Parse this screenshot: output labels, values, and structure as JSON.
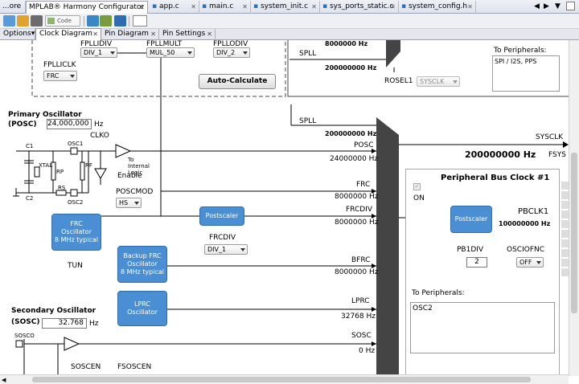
{
  "top_tabs": [
    {
      "label": "...ore"
    },
    {
      "label": "MPLAB® Harmony Configurator",
      "active": true
    },
    {
      "label": "app.c"
    },
    {
      "label": "main.c"
    },
    {
      "label": "system_init.c"
    },
    {
      "label": "sys_ports_static.c"
    },
    {
      "label": "system_config.h"
    }
  ],
  "toolbar": {
    "code_label": "Code"
  },
  "sub_tabs": [
    {
      "label": "Options"
    },
    {
      "label": "Clock Diagram",
      "active": true
    },
    {
      "label": "Pin Diagram"
    },
    {
      "label": "Pin Settings"
    }
  ],
  "diagram": {
    "fpllidiv": {
      "label": "FPLLIDIV",
      "value": "DIV_1"
    },
    "fpllmult": {
      "label": "FPLLMULT",
      "value": "MUL_50"
    },
    "fpllodiv": {
      "label": "FPLLODIV",
      "value": "DIV_2"
    },
    "fpllclk": {
      "label": "FPLLICLK",
      "value": "FRC"
    },
    "auto_calculate": "Auto-Calculate",
    "spll_top": {
      "label": "SPLL",
      "freq_upper": "8000000 Hz",
      "freq_lower": "200000000 Hz"
    },
    "rosel": {
      "label": "ROSEL1",
      "value": "SYSCLK"
    },
    "to_peripherals_top": {
      "label": "To Peripherals:",
      "value": "SPI / I2S, PPS"
    },
    "primary_osc": {
      "title": "Primary Oscillator",
      "abbr": "(POSC)",
      "value": "24,000,000",
      "unit": "Hz"
    },
    "clko": "CLKO",
    "to_internal_logic": "To Internal Logic",
    "enable": "Enable",
    "circuit": {
      "c1": "C1",
      "c2": "C2",
      "osc1": "OSC1",
      "osc2": "OSC2",
      "xtal": "XTAL",
      "rp": "RP",
      "rf": "RF",
      "rs": "RS"
    },
    "poscmod": {
      "label": "POSCMOD",
      "value": "HS"
    },
    "spll_mid": {
      "label": "SPLL",
      "freq": "200000000 Hz"
    },
    "sysclk": {
      "label": "SYSCLK",
      "freq": "200000000 Hz",
      "sub": "FSYS"
    },
    "posc_line": {
      "label": "POSC",
      "freq": "24000000 Hz"
    },
    "frc_line": {
      "label": "FRC",
      "freq": "8000000 Hz"
    },
    "frcdiv_line": {
      "label": "FRCDIV",
      "freq": "8000000 Hz"
    },
    "bfrc_line": {
      "label": "BFRC",
      "freq": "8000000 Hz"
    },
    "lprc_line": {
      "label": "LPRC",
      "freq": "32768 Hz"
    },
    "sosc_line": {
      "label": "SOSC",
      "freq": "0 Hz"
    },
    "frc_osc": {
      "line1": "FRC",
      "line2": "Oscillator",
      "line3": "8 MHz typical"
    },
    "tun": "TUN",
    "postscaler": "Postscaler",
    "frcdiv": {
      "label": "FRCDIV",
      "value": "DIV_1"
    },
    "backup_frc": {
      "line1": "Backup FRC",
      "line2": "Oscillator",
      "line3": "8 MHz typical"
    },
    "lprc_osc": {
      "line1": "LPRC",
      "line2": "Oscillator"
    },
    "secondary_osc": {
      "title": "Secondary Oscillator",
      "abbr": "(SOSC)",
      "value": "32.768",
      "unit": "Hz"
    },
    "sosco": "SOSCO",
    "soscen": "SOSCEN",
    "fsoscen": "FSOSCEN",
    "pbclk": {
      "title": "Peripheral Bus Clock #1",
      "on": "ON",
      "postscaler": "Postscaler",
      "out_label": "PBCLK1",
      "out_freq": "100000000 Hz",
      "div_label": "PB1DIV",
      "div_value": "2",
      "osciofnc_label": "OSCIOFNC",
      "osciofnc_value": "OFF",
      "to_peripherals": "To Peripherals:",
      "peripherals_value": "OSC2"
    }
  }
}
